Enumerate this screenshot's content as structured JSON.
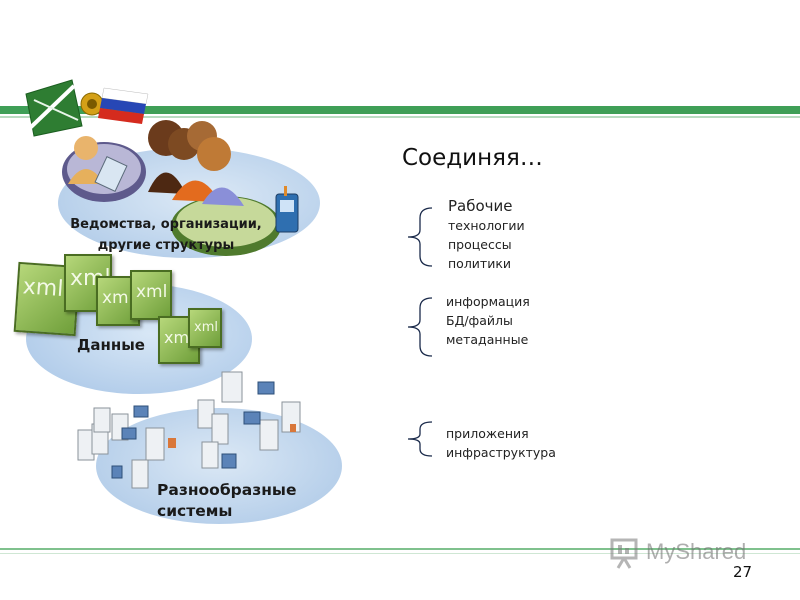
{
  "slide": {
    "title": "Соединяя…",
    "page_number": "27",
    "watermark": "MyShared"
  },
  "layers": {
    "organizations": "Ведомства, организации,\nдругие структуры",
    "data": "Данные",
    "systems": "Разнообразные\nсистемы"
  },
  "groups": [
    {
      "lines": [
        "Рабочие",
        "технологии",
        "процессы",
        "политики"
      ]
    },
    {
      "lines": [
        "информация",
        "БД/файлы",
        "метаданные"
      ]
    },
    {
      "lines": [
        "приложения",
        "инфраструктура"
      ]
    }
  ],
  "xml_label": "xml",
  "icons": {
    "emblem": "customs-emblem",
    "flag": "russian-flag",
    "people": "people-group-icon",
    "phone": "mobile-phone-icon",
    "servers": "server-computers-icon"
  }
}
